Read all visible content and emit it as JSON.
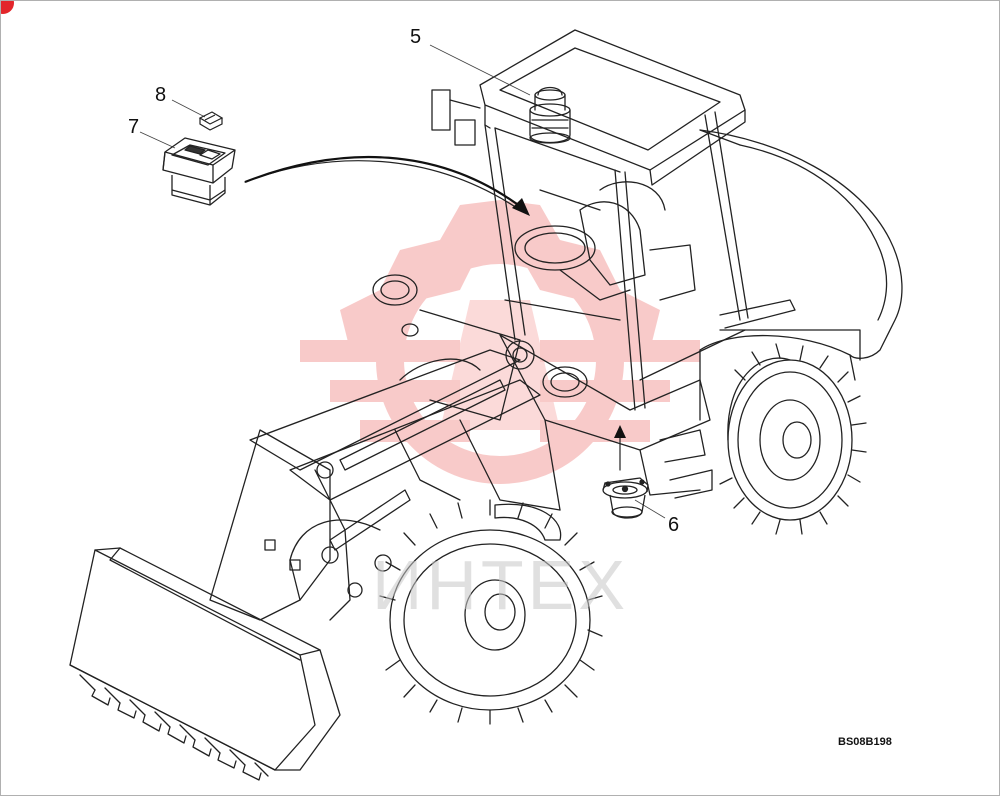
{
  "diagram": {
    "callouts": [
      {
        "id": "5",
        "label": "5"
      },
      {
        "id": "6",
        "label": "6"
      },
      {
        "id": "7",
        "label": "7"
      },
      {
        "id": "8",
        "label": "8"
      }
    ],
    "drawing_code": "BS08B198",
    "watermark_text": "ИНТЕХ"
  },
  "colors": {
    "line": "#222222",
    "watermark": "#e8463f",
    "corner_badge": "#e3262b",
    "frame": "#b0b0b0"
  }
}
